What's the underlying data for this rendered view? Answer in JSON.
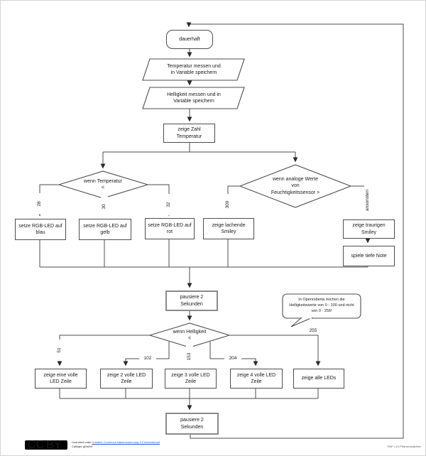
{
  "nodes": {
    "start": {
      "label": "dauerhaft"
    },
    "io_temperature": {
      "label": "Temperatur messen und\nin Variable speichern"
    },
    "io_brightness": {
      "label": "Helligkeit messen und in\nVariable speichern"
    },
    "show_temperature": {
      "label": "zeige Zahl\nTemperatur"
    },
    "decision_temperature": {
      "label": "wenn Temperatur\n<"
    },
    "decision_moisture": {
      "label": "wenn analoge Werte\nvon\nFeuchtigkeitssensor >"
    },
    "led_blue": {
      "label": "setze RGB-LED auf\nblau"
    },
    "led_yellow": {
      "label": "setze RGB-LED auf\ngelb"
    },
    "led_red": {
      "label": "setze RGB-LED auf\nrot"
    },
    "smiley_happy": {
      "label": "zeige lachende\nSmiley"
    },
    "smiley_sad": {
      "label": "zeige traurigen\nSmiley"
    },
    "low_note": {
      "label": "spiele tiefe Note"
    },
    "pause_1": {
      "label": "pausiere 2\nSekunden"
    },
    "decision_brightness": {
      "label": "wenn Helligkeit\n<"
    },
    "led_row_1": {
      "label": "zeige eine volle\nLED Zeile"
    },
    "led_row_2": {
      "label": "zeige 2 volle LED\nZeile"
    },
    "led_row_3": {
      "label": "zeige 3 volle LED\nZeile"
    },
    "led_row_4": {
      "label": "zeige 4 volle LED\nZeile"
    },
    "led_row_5": {
      "label": "zeige alle LEDs"
    },
    "pause_2": {
      "label": "pausiere 2\nSekunden"
    }
  },
  "edge_labels": {
    "temp_blue": "28",
    "temp_yellow": "30",
    "temp_red": "32",
    "moisture_happy": "300",
    "moisture_else": "ansonsten",
    "bright_1": "51",
    "bright_2": "102",
    "bright_3": "153",
    "bright_4": "204",
    "bright_5": "255"
  },
  "note": {
    "text": "In Openroberta reichen die\nHelligkeitswerte von 0 - 100 und nicht\nvon 0 - 255!"
  },
  "footer": {
    "license_prefix": "Lizenziert unter ",
    "license_link": "Creative Commons Namensnennung 4.0 International",
    "license_line2": "Calliope gGmbH",
    "badge_symbol_1": "CC",
    "badge_symbol_2": "BY",
    "app_info": "PAP | 4.0 Pflanzenwächter"
  },
  "colors": {
    "line": "#4d4d4d",
    "link_blue": "#2b59c3"
  }
}
